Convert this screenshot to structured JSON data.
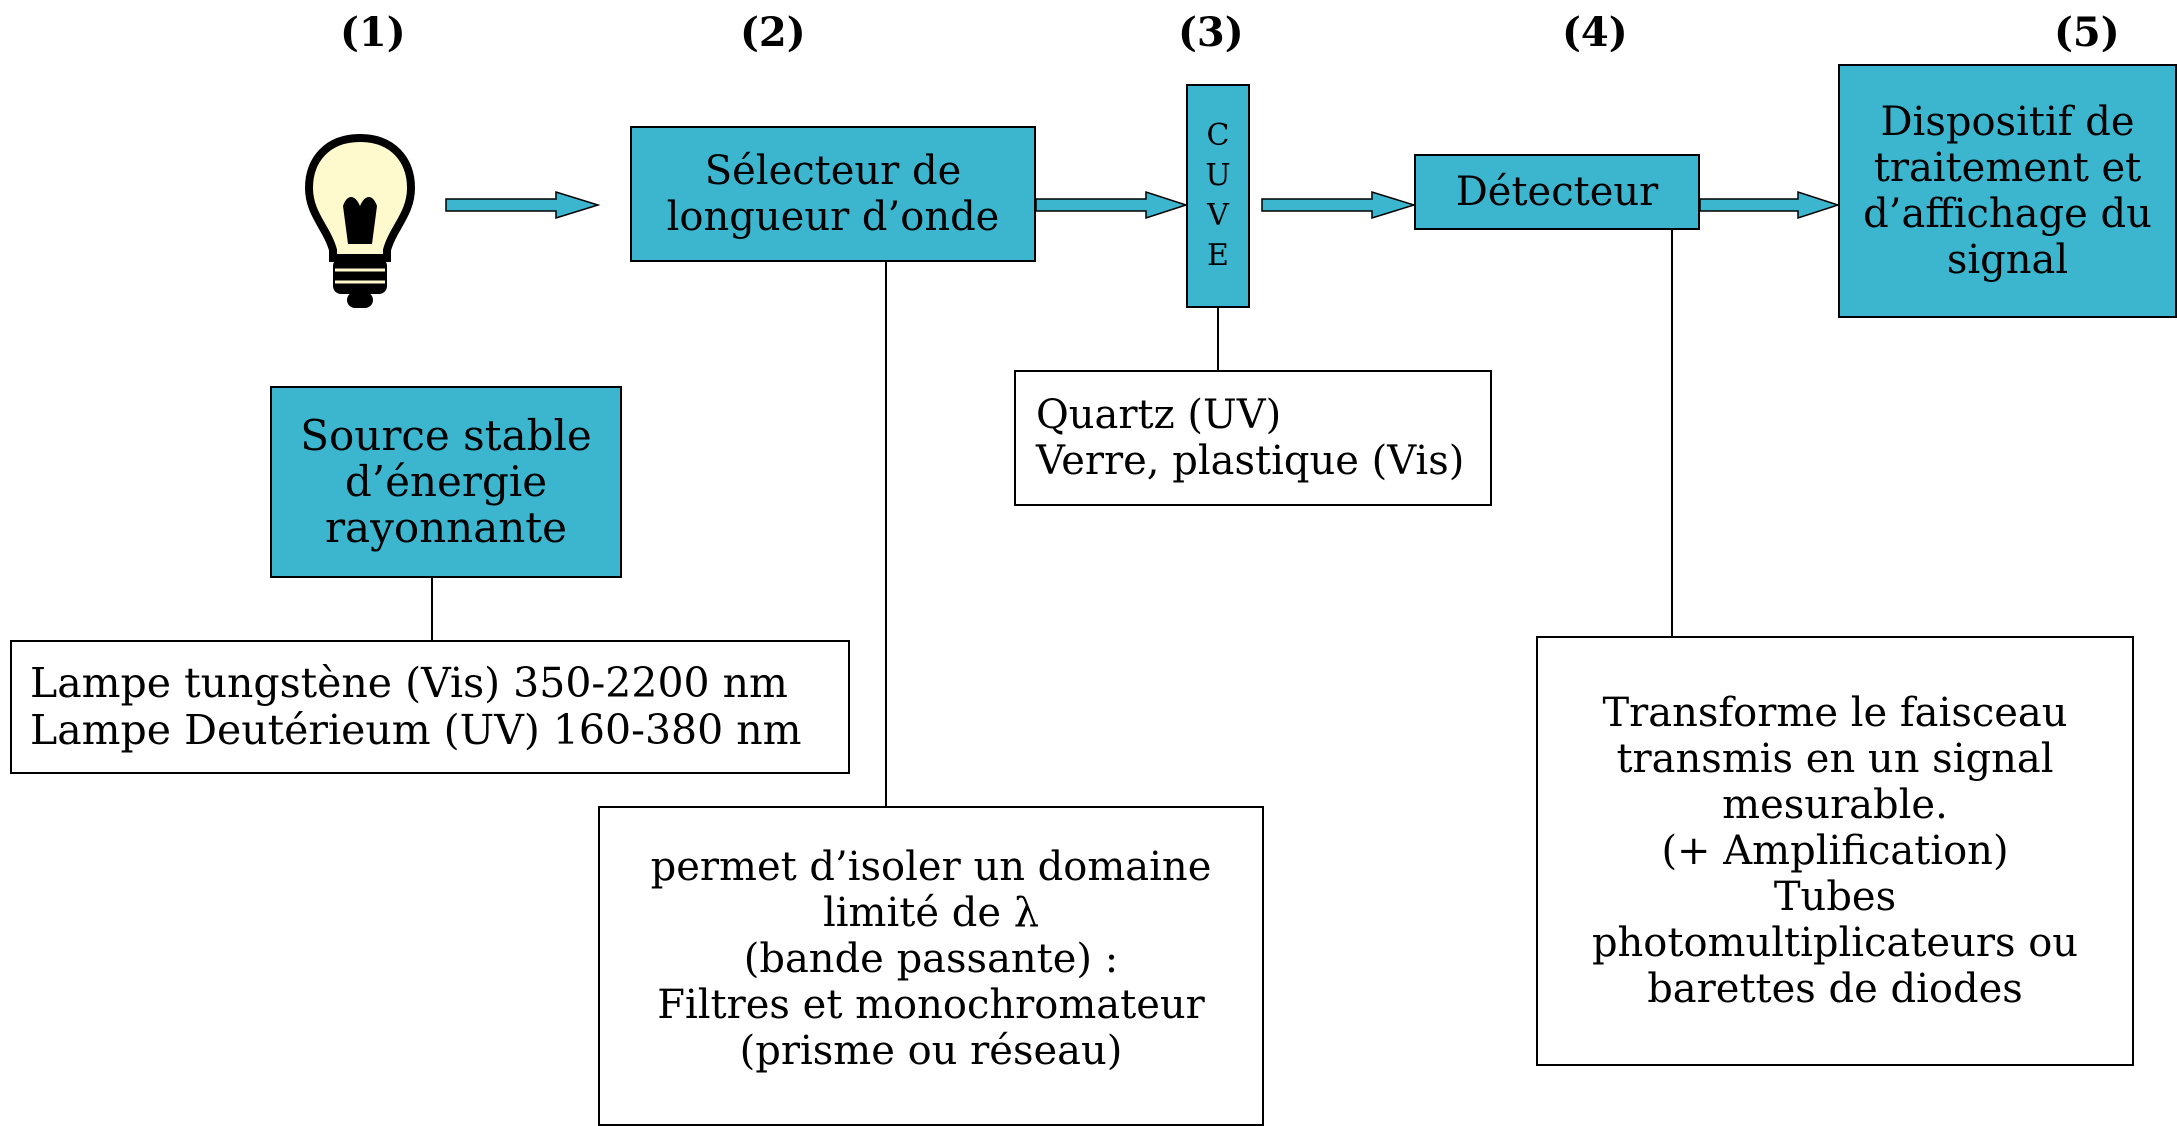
{
  "colors": {
    "box_fill": "#3cb6ce",
    "arrow_fill": "#3cb6ce",
    "bulb_fill": "#fffacd"
  },
  "steps": [
    {
      "number": "(1)"
    },
    {
      "number": "(2)"
    },
    {
      "number": "(3)"
    },
    {
      "number": "(4)"
    },
    {
      "number": "(5)"
    }
  ],
  "source": {
    "icon": "light-bulb-icon",
    "label": [
      "Source stable",
      "d’énergie",
      "rayonnante"
    ],
    "note": [
      "Lampe tungstène (Vis) 350-2200 nm",
      "Lampe Deutérieum (UV) 160-380 nm"
    ]
  },
  "selector": {
    "label": [
      "Sélecteur de",
      "longueur d’onde"
    ],
    "note": [
      "permet d’isoler un domaine",
      "limité de λ",
      "(bande passante) :",
      "Filtres et monochromateur",
      "(prisme ou réseau)"
    ]
  },
  "cuvette": {
    "letters": [
      "C",
      "U",
      "V",
      "E"
    ],
    "note": [
      "Quartz (UV)",
      "Verre, plastique (Vis)"
    ]
  },
  "detector": {
    "label": "Détecteur",
    "note": [
      "Transforme le faisceau",
      "transmis en un signal",
      "mesurable.",
      "(+ Amplification)",
      "Tubes",
      "photomultiplicateurs ou",
      "barettes de diodes"
    ]
  },
  "display": {
    "label": [
      "Dispositif de",
      "traitement et",
      "d’affichage du",
      "signal"
    ]
  }
}
